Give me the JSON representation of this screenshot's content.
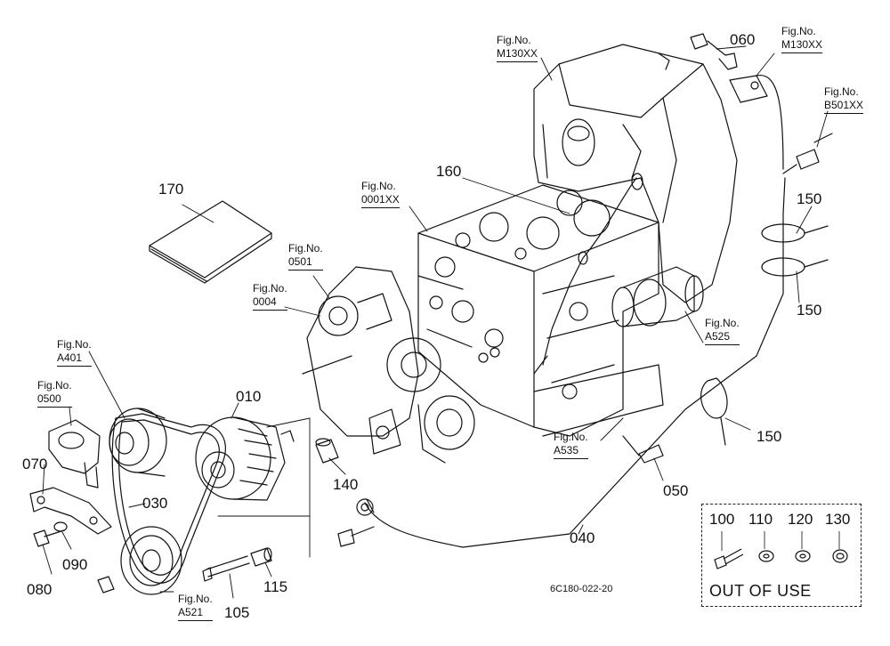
{
  "colors": {
    "line": "#111111",
    "background": "#ffffff"
  },
  "parts": {
    "p010": "010",
    "p030": "030",
    "p040": "040",
    "p050": "050",
    "p060": "060",
    "p070": "070",
    "p080": "080",
    "p090": "090",
    "p105": "105",
    "p115": "115",
    "p140": "140",
    "p150a": "150",
    "p150b": "150",
    "p150c": "150",
    "p160": "160",
    "p170": "170"
  },
  "figs": {
    "fig_prefix": "Fig.No.",
    "m130_left": "M130XX",
    "m130_right": "M130XX",
    "b501": "B501XX",
    "f0001": "0001XX",
    "f0501": "0501",
    "f0004": "0004",
    "a401": "A401",
    "f0500": "0500",
    "a525": "A525",
    "a535": "A535",
    "a521": "A521"
  },
  "out_of_use": {
    "numbers": [
      "100",
      "110",
      "120",
      "130"
    ],
    "label": "OUT OF USE"
  },
  "drawing_code": "6C180-022-20"
}
